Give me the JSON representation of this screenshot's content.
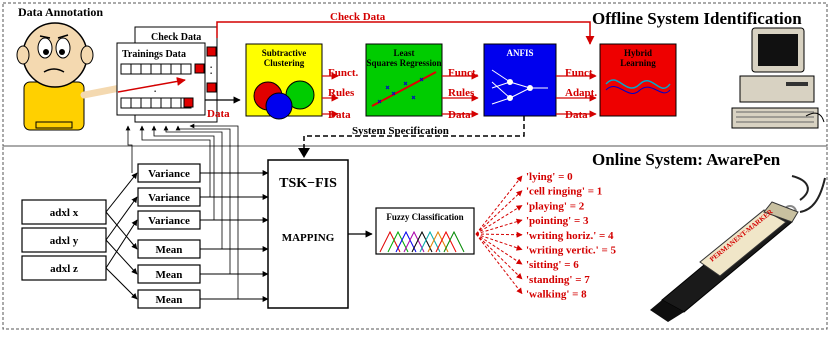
{
  "colors": {
    "arrow_red": "#d40000",
    "clustering": "#ffff00",
    "least_squares": "#00cc00",
    "anfis": "#0000ee",
    "hybrid": "#ee0000",
    "pen_body": "#1a1a1a",
    "pen_label": "#ff2a00"
  },
  "offline": {
    "title": "Offline System Identification",
    "annotation_label": "Data Annotation",
    "check_data_box": "Check Data",
    "trainings_data_box": "Trainings Data",
    "check_data_arrow": "Check Data",
    "system_spec": "System Specification",
    "blocks": {
      "clustering": "Subtractive Clustering",
      "least_squares": "Least Squares Regression",
      "anfis": "ANFIS",
      "hybrid": "Hybrid Learning"
    },
    "labels": {
      "data_1": "Data",
      "funct_1": "Funct.",
      "rules_1": "Rules",
      "data_2": "Data",
      "funct_2": "Funct.",
      "rules_2": "Rules",
      "data_3": "Data",
      "funct_3": "Funct.",
      "adapt": "Adapt.",
      "data_4": "Data"
    }
  },
  "online": {
    "title": "Online System: AwarePen",
    "sensors": [
      "adxl x",
      "adxl y",
      "adxl z"
    ],
    "features": [
      "Variance",
      "Variance",
      "Variance",
      "Mean",
      "Mean",
      "Mean"
    ],
    "tsk_title": "TSK−FIS",
    "tsk_sub": "MAPPING",
    "fuzzy": "Fuzzy Classification",
    "classes": [
      "'lying' = 0",
      "'cell ringing' = 1",
      "'playing' = 2",
      "'pointing' = 3",
      "'writing horiz.' = 4",
      "'writing vertic.' = 5",
      "'sitting' = 6",
      "'standing' = 7",
      "'walking' = 8"
    ],
    "pen_label": "PERMANENT-MARKER"
  }
}
